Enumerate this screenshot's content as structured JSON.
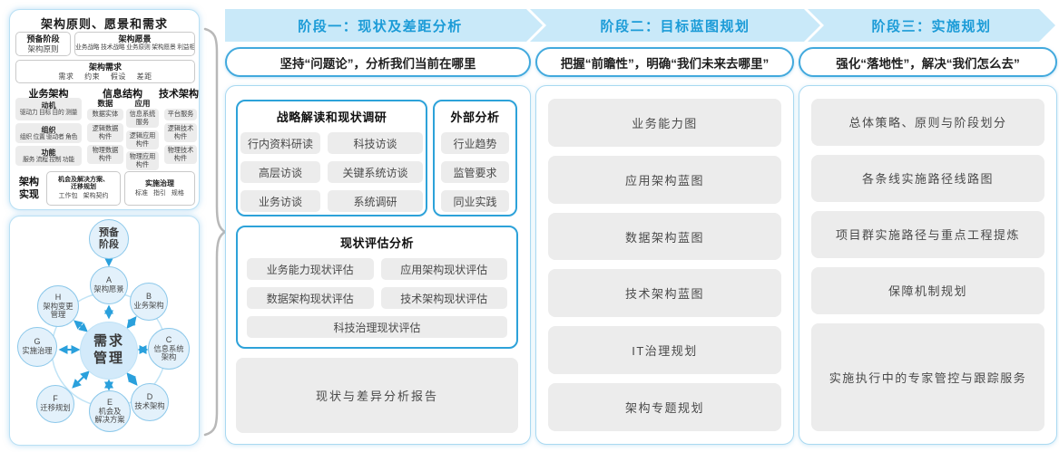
{
  "colors": {
    "accent_blue": "#1b9bd7",
    "band_bg": "#c9e9f9",
    "box_border_blue": "#2da2d9",
    "panel_border_blue": "#a9d9f1",
    "gray_box_bg": "#ececec",
    "arrow_blue": "#2aa0dc",
    "circle_fill": "#e3f1fb",
    "circle_border": "#8cc8ea"
  },
  "left_panel": {
    "title": "架构原则、愿景和需求",
    "prep_line1": "预备阶段",
    "prep_line2": "架构原则",
    "vision_title": "架构愿景",
    "vision_items": "业务战略 技术战略 业务原则 架构愿景 利益相关者",
    "req_title": "架构需求",
    "req_items": "需求 约束 假设 差距",
    "biz_title": "业务架构",
    "biz_groups": [
      {
        "t": "动机",
        "d": "驱动力 目标 目的 测量"
      },
      {
        "t": "组织",
        "d": "组织 位置 驱动者 角色"
      },
      {
        "t": "功能",
        "d": "服务 流程 控制 功能"
      }
    ],
    "info_title": "信息结构",
    "data_title": "数据",
    "data_items": [
      "数据实体",
      "逻辑数据\n构件",
      "物理数据\n构件"
    ],
    "app_title": "应用",
    "app_items": [
      "信息系统\n服务",
      "逻辑应用\n构件",
      "物理应用\n构件"
    ],
    "tech_title": "技术架构",
    "tech_items": [
      "平台服务",
      "逻辑技术\n构件",
      "物理技术\n构件"
    ],
    "impl_label": "架构\n实现",
    "impl_box1_title": "机会及解决方案、\n迁移规划",
    "impl_box1_text": "工作包 架构契约",
    "impl_box2_title": "实施治理",
    "impl_box2_text": "标准 指引 规格"
  },
  "adm": {
    "prep": "预备\n阶段",
    "center": "需求\n管理",
    "nodes": [
      {
        "letter": "A",
        "name": "架构愿景"
      },
      {
        "letter": "B",
        "name": "业务架构"
      },
      {
        "letter": "C",
        "name": "信息系统\n架构"
      },
      {
        "letter": "D",
        "name": "技术架构"
      },
      {
        "letter": "E",
        "name": "机会及\n解决方案"
      },
      {
        "letter": "F",
        "name": "迁移规划"
      },
      {
        "letter": "G",
        "name": "实施治理"
      },
      {
        "letter": "H",
        "name": "架构变更\n管理"
      }
    ]
  },
  "phases": [
    {
      "band": "阶段一：现状及差距分析",
      "subtitle": "坚持“问题论”，分析我们当前在哪里",
      "survey_title": "战略解读和现状调研",
      "survey_items": [
        "行内资料研读",
        "科技访谈",
        "高层访谈",
        "关键系统访谈",
        "业务访谈",
        "系统调研"
      ],
      "external_title": "外部分析",
      "external_items": [
        "行业趋势",
        "监管要求",
        "同业实践"
      ],
      "assessment_title": "现状评估分析",
      "assessment_items": [
        "业务能力现状评估",
        "应用架构现状评估",
        "数据架构现状评估",
        "技术架构现状评估"
      ],
      "assessment_full_item": "科技治理现状评估",
      "report": "现状与差异分析报告"
    },
    {
      "band": "阶段二：目标蓝图规划",
      "subtitle": "把握“前瞻性”，明确“我们未来去哪里”",
      "items": [
        "业务能力图",
        "应用架构蓝图",
        "数据架构蓝图",
        "技术架构蓝图",
        "IT治理规划",
        "架构专题规划"
      ]
    },
    {
      "band": "阶段三：实施规划",
      "subtitle": "强化“落地性”，解决“我们怎么去”",
      "items": [
        "总体策略、原则与阶段划分",
        "各条线实施路径线路图",
        "项目群实施路径与重点工程提炼",
        "保障机制规划"
      ],
      "tall_item": "实施执行中的专家管控与跟踪服务"
    }
  ]
}
